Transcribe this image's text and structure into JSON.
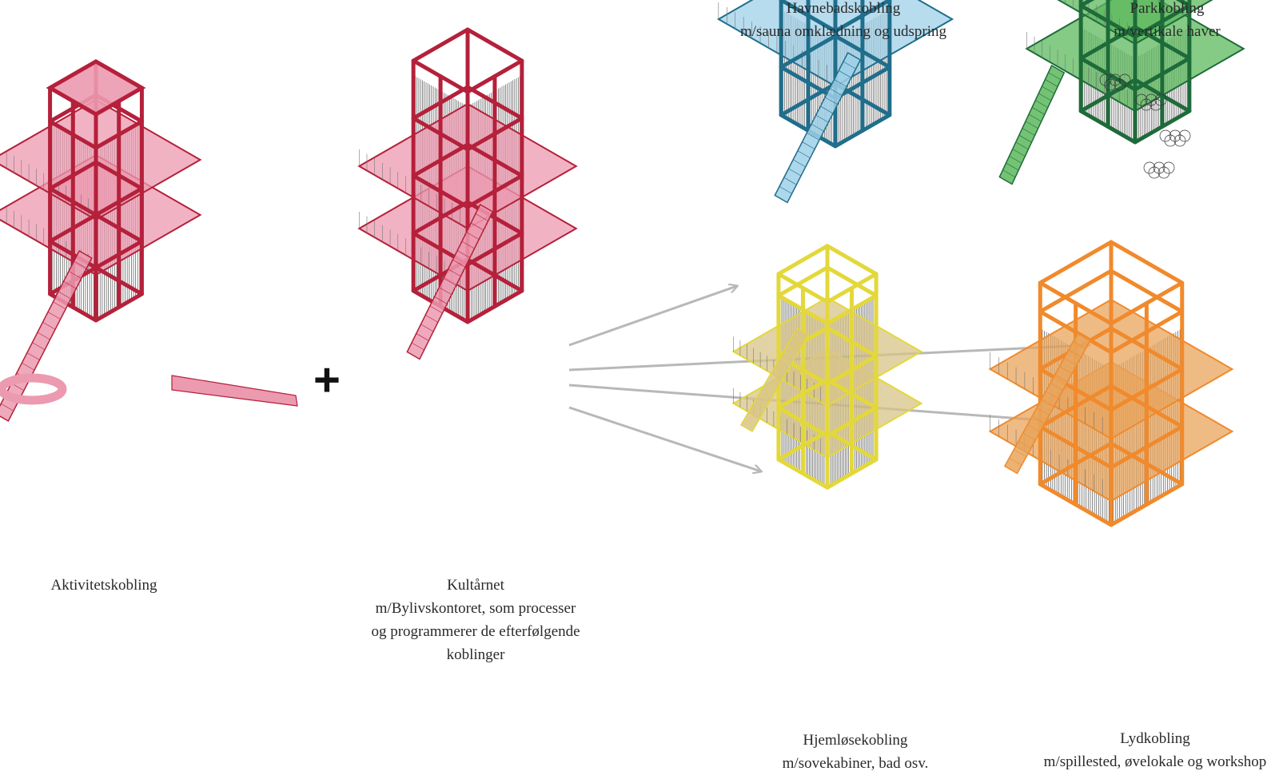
{
  "plus_sign": "+",
  "towers": {
    "aktivitet": {
      "color": "#b5203a",
      "fill": "#ec9ab0",
      "caption": [
        "Aktivitetskobling"
      ]
    },
    "kultarnet": {
      "color": "#b5203a",
      "fill": "#ec9ab0",
      "caption": [
        "Kultårnet",
        "m/Bylivskontoret, som processer",
        "og programmerer de efterfølgende",
        "koblinger"
      ]
    },
    "havnebad": {
      "color": "#1f6e8c",
      "fill": "#9fd0e8",
      "caption": [
        "Havnebadskobling",
        "m/sauna omklædning og udspring"
      ]
    },
    "park": {
      "color": "#1e6b3a",
      "fill": "#5cb85c",
      "caption": [
        "Parkkobling",
        "m/vertikale haver"
      ]
    },
    "hjemlose": {
      "color": "#e3d83a",
      "fill": "#d8c48a",
      "caption": [
        "Hjemløsekobling",
        "m/sovekabiner, bad osv."
      ]
    },
    "lyd": {
      "color": "#f08a2c",
      "fill": "#e8a45c",
      "caption": [
        "Lydkobling",
        "m/spillested, øvelokale og workshop"
      ]
    }
  },
  "arrow_color": "#b8b8b8"
}
